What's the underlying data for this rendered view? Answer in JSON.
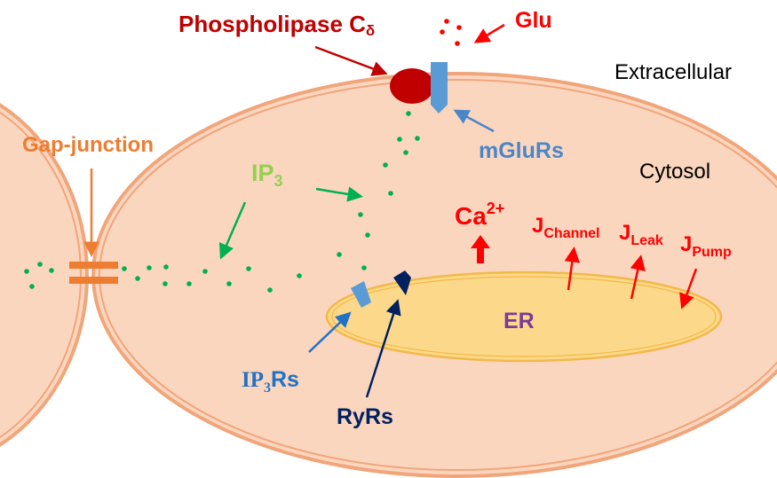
{
  "labels": {
    "phospholipase": "Phospholipase C",
    "phospholipase_sub": "δ",
    "glu": "Glu",
    "extracellular": "Extracellular",
    "cytosol": "Cytosol",
    "gap_junction": "Gap-junction",
    "ip3": "IP",
    "ip3_sub": "3",
    "mglurs": "mGluRs",
    "ca": "Ca",
    "ca_sup": "2+",
    "j_main": "J",
    "j_channel_sub": "Channel",
    "j_leak_sub": "Leak",
    "j_pump_sub": "Pump",
    "er": "ER",
    "ip3rs": "IP",
    "ip3rs_sub": "3",
    "ip3rs_tail": "Rs",
    "ryrs": "RyRs"
  },
  "colors": {
    "cell_fill": "#fbd6bf",
    "cell_stroke": "#f1a57b",
    "er_fill": "#fcd98a",
    "er_stroke": "#f2b949",
    "er_text": "#7a3a9a",
    "dark_red": "#c00000",
    "red": "#ff0000",
    "orange": "#ed7d31",
    "green": "#00b050",
    "light_green": "#92d050",
    "blue": "#4a86c8",
    "ip3r_blue": "#1f72c6",
    "navy": "#002060",
    "black": "#000000"
  }
}
